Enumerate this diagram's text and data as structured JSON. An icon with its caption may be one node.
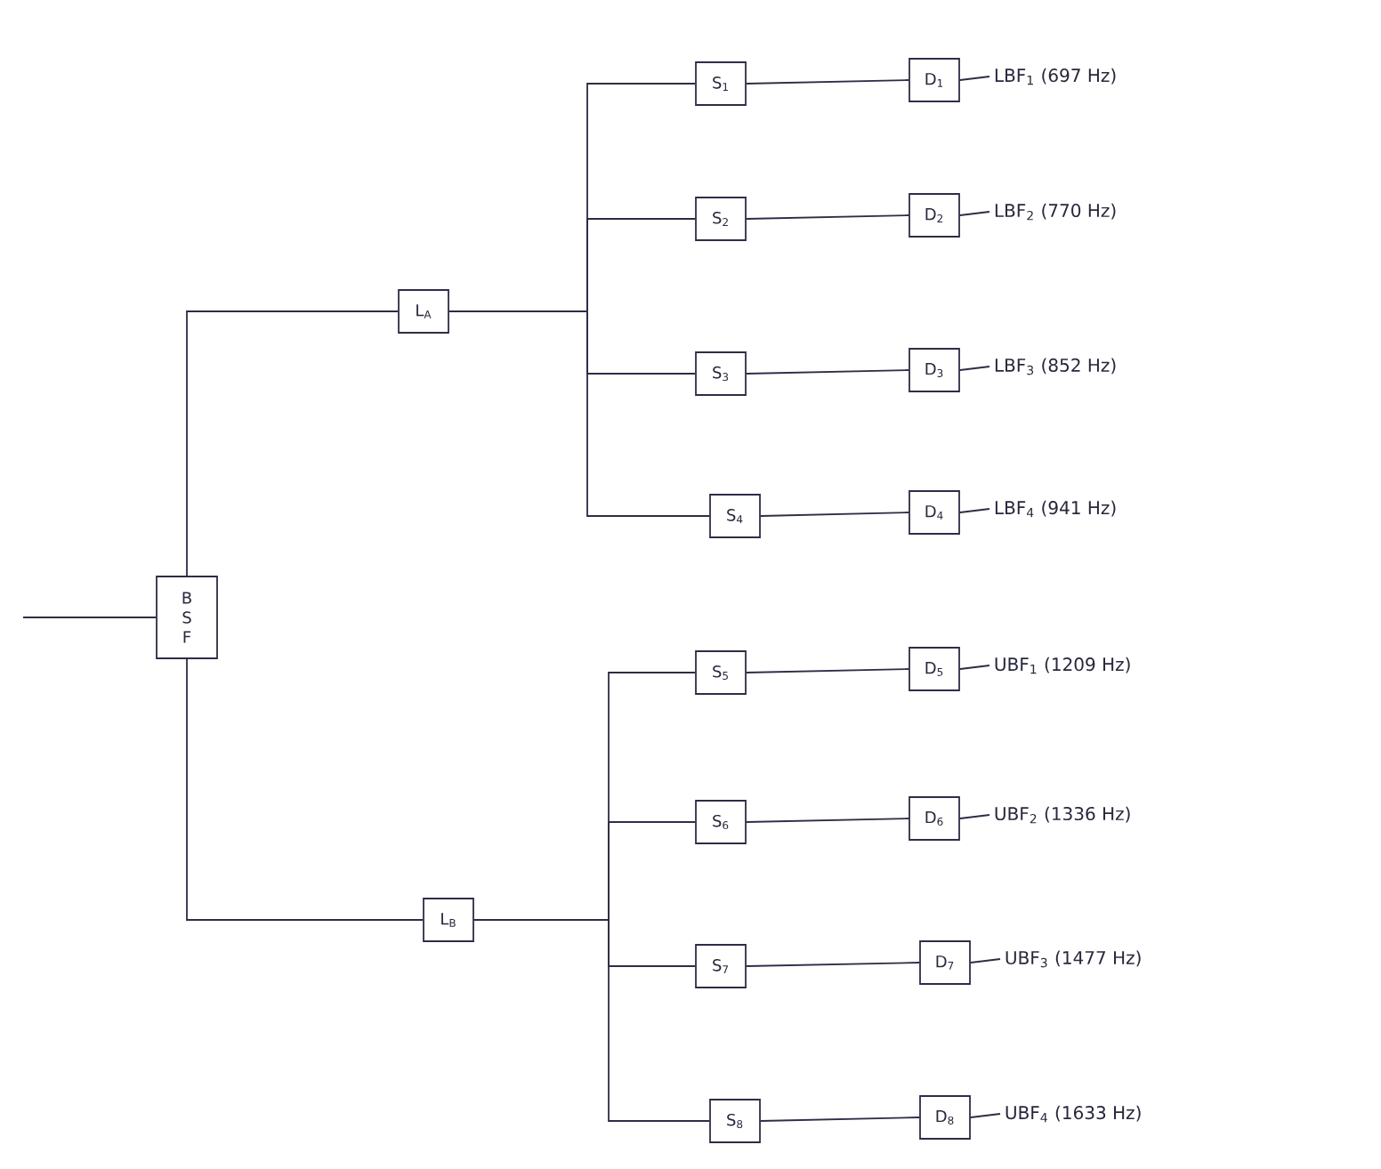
{
  "diagram": {
    "nodes": [
      {
        "text": [
          "B S F"
        ]
      },
      {
        "text": [
          "L$_{A}$"
        ]
      },
      {
        "text": [
          "L$_{B}$"
        ]
      },
      {
        "text": [
          "S$_{1}$"
        ]
      },
      {
        "text": [
          "S$_{2}$"
        ]
      },
      {
        "text": [
          "S$_{3}$"
        ]
      },
      {
        "text": [
          "S$_{4}$"
        ]
      },
      {
        "text": [
          "S$_{5}$"
        ]
      },
      {
        "text": [
          "S$_{6}$"
        ]
      },
      {
        "text": [
          "S$_{7}$"
        ]
      },
      {
        "text": [
          "S$_{8}$"
        ]
      },
      {
        "text": [
          "D$_{1}$"
        ]
      },
      {
        "text": [
          "D$_{2}$"
        ]
      },
      {
        "text": [
          "D$_{3}$"
        ]
      },
      {
        "text": [
          "D$_{4}$"
        ]
      },
      {
        "text": [
          "D$_{5}$"
        ]
      },
      {
        "text": [
          "D$_{6}$"
        ]
      },
      {
        "text": [
          "D$_{7}$"
        ]
      },
      {
        "text": [
          "D$_{8}$"
        ]
      },
      {
        "text": [
          "LBF$_{1}$ (697 Hz)"
        ]
      },
      {
        "text": [
          "LBF$_{2}$ (770 Hz)"
        ]
      },
      {
        "text": [
          "LBF$_{3}$ (852 Hz)"
        ]
      },
      {
        "text": [
          "LBF$_{4}$ (941 Hz)"
        ]
      },
      {
        "text": [
          "UBF$_{1}$ (1209 Hz)"
        ]
      },
      {
        "text": [
          "UBF$_{2}$ (1336 Hz)"
        ]
      },
      {
        "text": [
          "UBF$_{3}$ (1477 Hz)"
        ]
      },
      {
        "text": [
          "UBF$_{4}$ (1633 Hz)"
        ]
      }
    ],
    "edges": [
      {
        "from": null,
        "to": 0,
        "arrow": "none"
      },
      {
        "from": 0,
        "to": 1,
        "arrow": "none"
      },
      {
        "from": 0,
        "to": 2,
        "arrow": "none"
      },
      {
        "from": 1,
        "to": 3,
        "arrow": "none"
      },
      {
        "from": 1,
        "to": 4,
        "arrow": "none"
      },
      {
        "from": 1,
        "to": 5,
        "arrow": "none"
      },
      {
        "from": 1,
        "to": 6,
        "arrow": "none"
      },
      {
        "from": 2,
        "to": 7,
        "arrow": "none"
      },
      {
        "from": 2,
        "to": 8,
        "arrow": "none"
      },
      {
        "from": 2,
        "to": 9,
        "arrow": "none"
      },
      {
        "from": 2,
        "to": 10,
        "arrow": "none"
      },
      {
        "from": 3,
        "to": 11,
        "arrow": "none"
      },
      {
        "from": 4,
        "to": 12,
        "arrow": "none"
      },
      {
        "from": 5,
        "to": 13,
        "arrow": "none"
      },
      {
        "from": 6,
        "to": 14,
        "arrow": "none"
      },
      {
        "from": 7,
        "to": 15,
        "arrow": "none"
      },
      {
        "from": 8,
        "to": 16,
        "arrow": "none"
      },
      {
        "from": 9,
        "to": 17,
        "arrow": "none"
      },
      {
        "from": 10,
        "to": 18,
        "arrow": "none"
      },
      {
        "from": 11,
        "to": 19,
        "arrow": "none"
      },
      {
        "from": 12,
        "to": 20,
        "arrow": "none"
      },
      {
        "from": 13,
        "to": 21,
        "arrow": "none"
      },
      {
        "from": 14,
        "to": 22,
        "arrow": "none"
      },
      {
        "from": 15,
        "to": 23,
        "arrow": "none"
      },
      {
        "from": 16,
        "to": 24,
        "arrow": "none"
      },
      {
        "from": 17,
        "to": 25,
        "arrow": "none"
      },
      {
        "from": 18,
        "to": 26,
        "arrow": "none"
      }
    ]
  }
}
